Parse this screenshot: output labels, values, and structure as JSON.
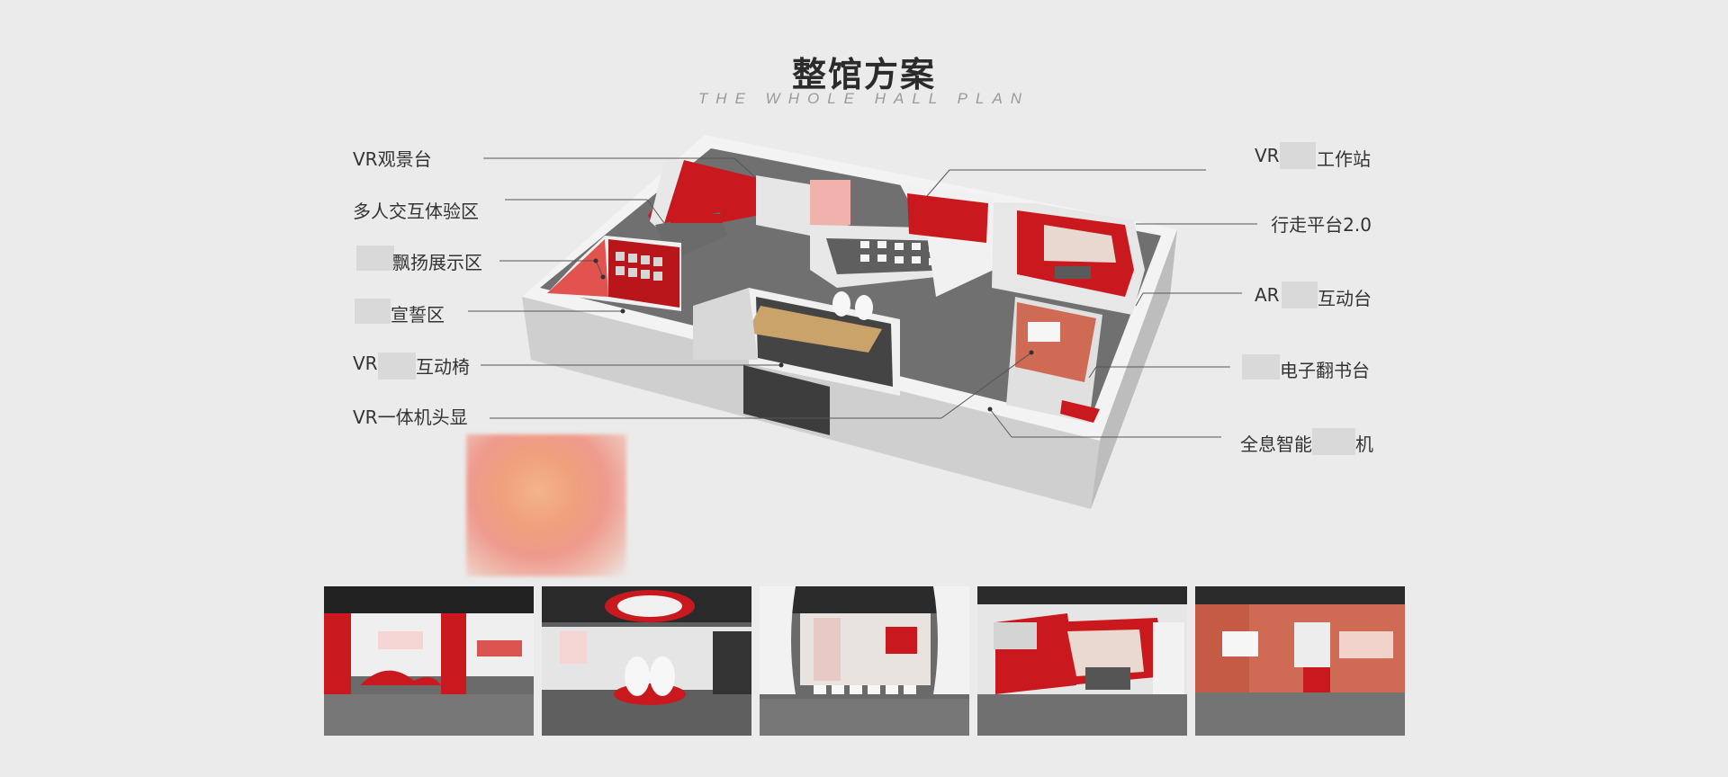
{
  "header": {
    "title": "整馆方案",
    "subtitle": "THE WHOLE HALL PLAN"
  },
  "left_labels": [
    {
      "text": "VR观景台"
    },
    {
      "text": "多人交互体验区"
    },
    {
      "text": "飘扬展示区"
    },
    {
      "text": "宣誓区"
    },
    {
      "text": "VR",
      "text2": "互动椅"
    },
    {
      "text": "VR一体机头显"
    }
  ],
  "right_labels": [
    {
      "text": "VR",
      "text2": "工作站"
    },
    {
      "text": "行走平台2.0"
    },
    {
      "text": "AR",
      "text2": "互动台"
    },
    {
      "text": "电子翻书台"
    },
    {
      "text": "全息智能",
      "text2": "机"
    }
  ],
  "thumbnails": [
    {
      "name": "photo-hall-wall"
    },
    {
      "name": "photo-vr-chairs"
    },
    {
      "name": "photo-theater"
    },
    {
      "name": "photo-walking-platform"
    },
    {
      "name": "photo-book-station"
    }
  ],
  "colors": {
    "accent_red": "#d0161d",
    "floor_gray": "#6e6e6e",
    "wall_white": "#f2f2f2",
    "background": "#ebebeb"
  }
}
